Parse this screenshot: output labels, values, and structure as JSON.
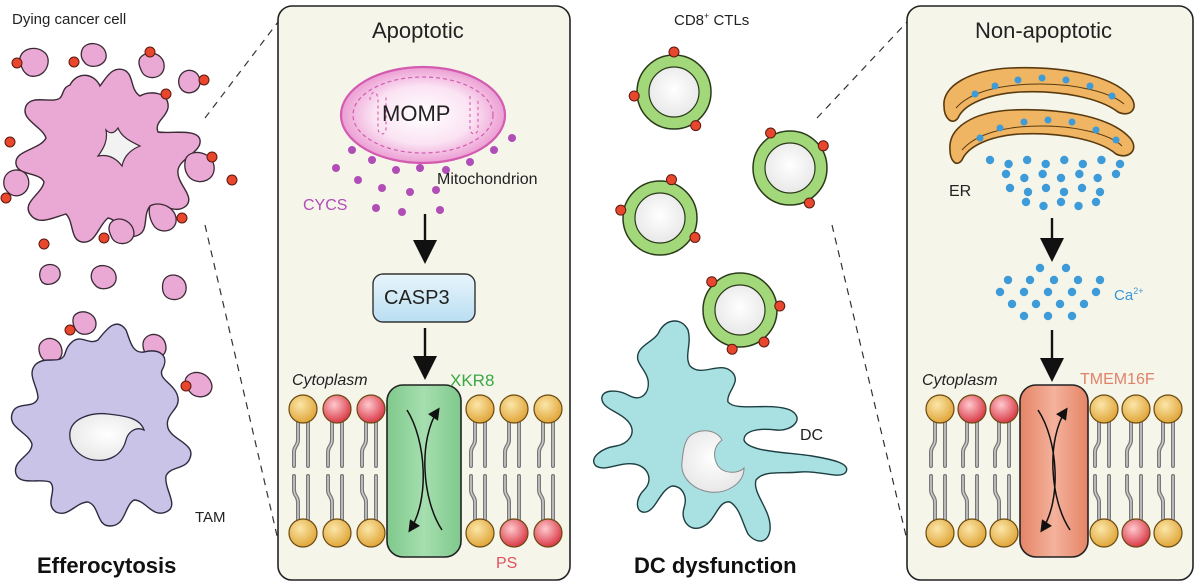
{
  "labels": {
    "dying_cancer_cell": "Dying cancer cell",
    "apoptotic_title": "Apoptotic",
    "momp": "MOMP",
    "mitochondrion": "Mitochondrion",
    "cycs": "CYCS",
    "casp3": "CASP3",
    "cytoplasm_left": "Cytoplasm",
    "xkr8": "XKR8",
    "ps": "PS",
    "tam": "TAM",
    "efferocytosis": "Efferocytosis",
    "cd8_base": "CD8",
    "cd8_sup": "+",
    "ctls": " CTLs",
    "dc": "DC",
    "dc_dysfunction": "DC dysfunction",
    "non_apoptotic_title": "Non-apoptotic",
    "er": "ER",
    "ca_base": "Ca",
    "ca_sup": "2+",
    "cytoplasm_right": "Cytoplasm",
    "tmem16f": "TMEM16F"
  },
  "colors": {
    "cancer_cell": "#eaa9d4",
    "tam": "#c9c3e8",
    "ctl_ring": "#a2d77a",
    "dc": "#a9e0e2",
    "ps_dot": "#e8472d",
    "panel_bg": "#f6f5ea",
    "er": "#f0b562",
    "ca_dot": "#3c9bd8",
    "xkr8": "#8fd29a",
    "tmem16f": "#ed9b7e",
    "lipid_head": "#e8b54a",
    "ps_head": "#e44a55",
    "momp": "#f3a8d8",
    "casp3": "#cde9f5"
  }
}
